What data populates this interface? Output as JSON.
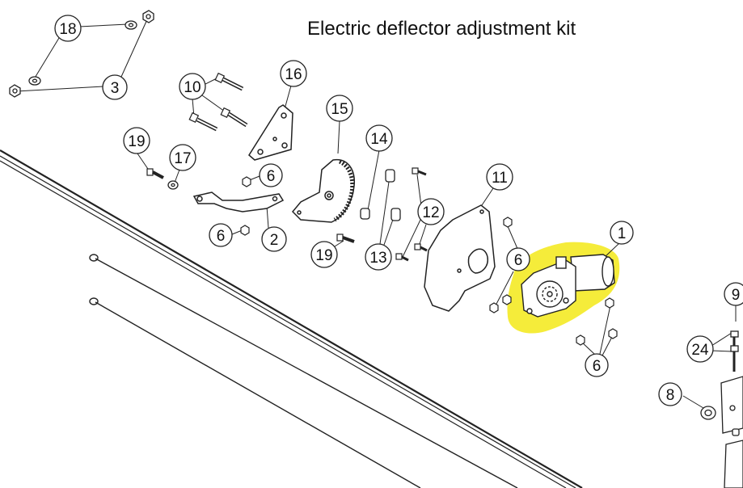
{
  "title": "Electric deflector adjustment kit",
  "highlight_color": "#f5ec3a",
  "callouts": {
    "c18": "18",
    "c3": "3",
    "c10": "10",
    "c16": "16",
    "c15": "15",
    "c19a": "19",
    "c17": "17",
    "c6a": "6",
    "c14": "14",
    "c11": "11",
    "c1": "1",
    "c6b": "6",
    "c2": "2",
    "c12": "12",
    "c19b": "19",
    "c13": "13",
    "c6c": "6",
    "c6d": "6",
    "c9": "9",
    "c24": "24",
    "c8": "8"
  }
}
